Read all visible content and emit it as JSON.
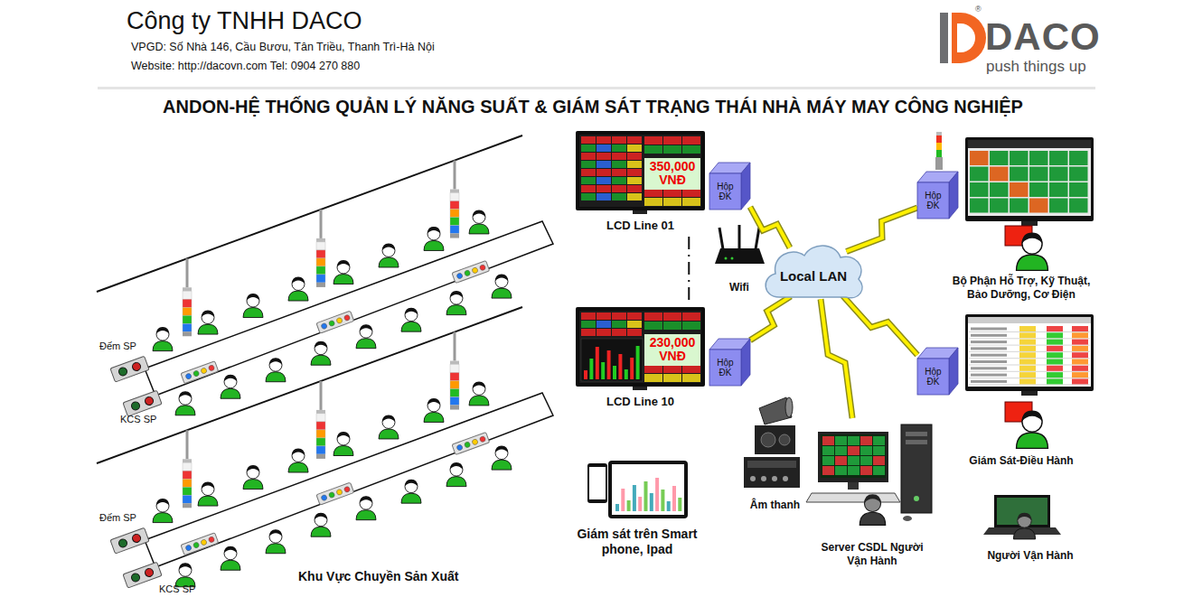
{
  "diagram": {
    "title": "ANDON-HỆ THỐNG QUẢN LÝ NĂNG SUẤT & GIÁM SÁT TRẠNG THÁI NHÀ MÁY MAY CÔNG NGHIỆP",
    "nodes": [
      {
        "text": [
          "350,000 VNĐ",
          "LCD Line 01"
        ]
      },
      {
        "text": [
          "Hộp ĐK"
        ]
      },
      {
        "text": [
          "Wifi"
        ]
      },
      {
        "text": [
          "Local LAN"
        ]
      },
      {
        "text": [
          "230,000 VNĐ",
          "LCD Line 10"
        ]
      },
      {
        "text": [
          "Hộp ĐK"
        ]
      },
      {
        "text": [
          "Hộp ĐK"
        ]
      },
      {
        "text": [
          "Bộ Phận Hỗ Trợ, Kỹ Thuật, Bảo Dưỡng, Cơ Điện"
        ]
      },
      {
        "text": [
          "Hộp ĐK"
        ]
      },
      {
        "text": [
          "Giám Sát-Điều Hành"
        ]
      },
      {
        "text": [
          "Giám sát trên Smart phone, Ipad"
        ]
      },
      {
        "text": [
          "Âm thanh"
        ]
      },
      {
        "text": [
          "Server CSDL Người Vận Hành"
        ]
      },
      {
        "text": [
          "Người Vận Hành"
        ]
      }
    ],
    "edges": [
      {
        "from": 0,
        "to": 4,
        "arrow": "none"
      },
      {
        "from": 1,
        "to": 3,
        "arrow": "none"
      },
      {
        "from": 5,
        "to": 3,
        "arrow": "none"
      },
      {
        "from": 3,
        "to": 6,
        "arrow": "none"
      },
      {
        "from": 3,
        "to": 8,
        "arrow": "none"
      },
      {
        "from": 3,
        "to": 12,
        "arrow": "none"
      }
    ],
    "labels": [
      "Công ty TNHH DACO",
      "VPGD: Số Nhà 146, Cầu Bươu, Tân Triều, Thanh Trì-Hà Nội",
      "Website: http://dacovn.com Tel: 0904 270 880",
      "®",
      "DACO",
      "push things up",
      "Đếm SP",
      "KCS SP",
      "Đếm SP",
      "KCS SP",
      "Khu Vực Chuyền Sản Xuất"
    ]
  }
}
